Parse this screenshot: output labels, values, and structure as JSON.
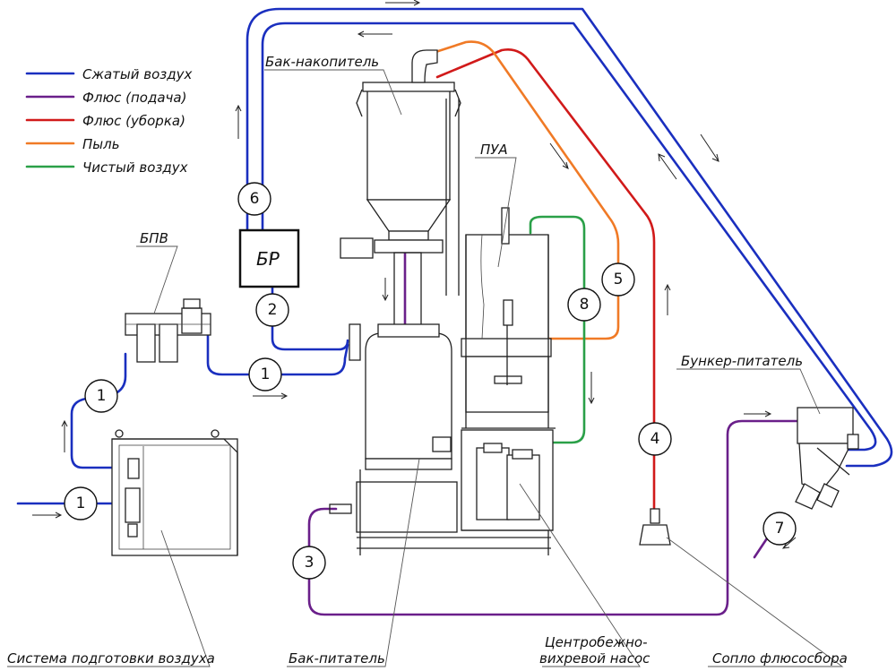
{
  "legend": {
    "items": [
      {
        "label": "Сжатый воздух",
        "color": "#1a2fbf"
      },
      {
        "label": "Флюс (подача)",
        "color": "#6a1f8a"
      },
      {
        "label": "Флюс (уборка)",
        "color": "#d11a1a"
      },
      {
        "label": "Пыль",
        "color": "#f07a26"
      },
      {
        "label": "Чистый воздух",
        "color": "#2aa048"
      }
    ]
  },
  "labels": {
    "bak_nakopitel": "Бак-накопитель",
    "pua": "ПУА",
    "bpv": "БПВ",
    "br": "БР",
    "bunker_pitatel": "Бункер-питатель",
    "sistema": "Система подготовки воздуха",
    "bak_pitatel": "Бак-питатель",
    "nasos_line1": "Центробежно-",
    "nasos_line2": "вихревой насос",
    "soplo": "Сопло флюсосбора"
  },
  "markers": [
    "1",
    "1",
    "1",
    "2",
    "3",
    "4",
    "5",
    "6",
    "7",
    "8"
  ]
}
